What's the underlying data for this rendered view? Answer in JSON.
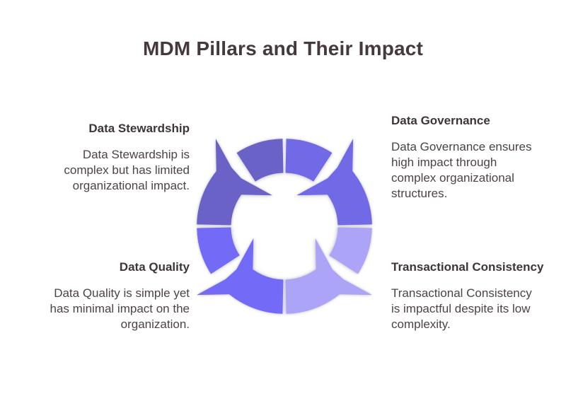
{
  "title": "MDM Pillars and Their Impact",
  "colors": {
    "background": "#FFFFFF",
    "title_text": "#46393E",
    "heading_text": "#3E3538",
    "body_text": "#4C4347"
  },
  "pillars": [
    {
      "id": "data-stewardship",
      "label": "Data Stewardship",
      "description": "Data Stewardship is\ncomplex but has limited\norganizational impact.",
      "color": "#6A62C6",
      "position": "top-left"
    },
    {
      "id": "data-governance",
      "label": "Data Governance",
      "description": "Data Governance ensures\nhigh impact through\ncomplex organizational\nstructures.",
      "color": "#7169E6",
      "position": "top-right"
    },
    {
      "id": "data-quality",
      "label": "Data Quality",
      "description": "Data Quality is simple yet\nhas minimal impact on the\norganization.",
      "color": "#736BF7",
      "position": "bottom-left"
    },
    {
      "id": "transactional-consistency",
      "label": "Transactional Consistency",
      "description": "Transactional Consistency\nis impactful despite its low\ncomplexity.",
      "color": "#ABA4F7",
      "position": "bottom-right"
    }
  ]
}
